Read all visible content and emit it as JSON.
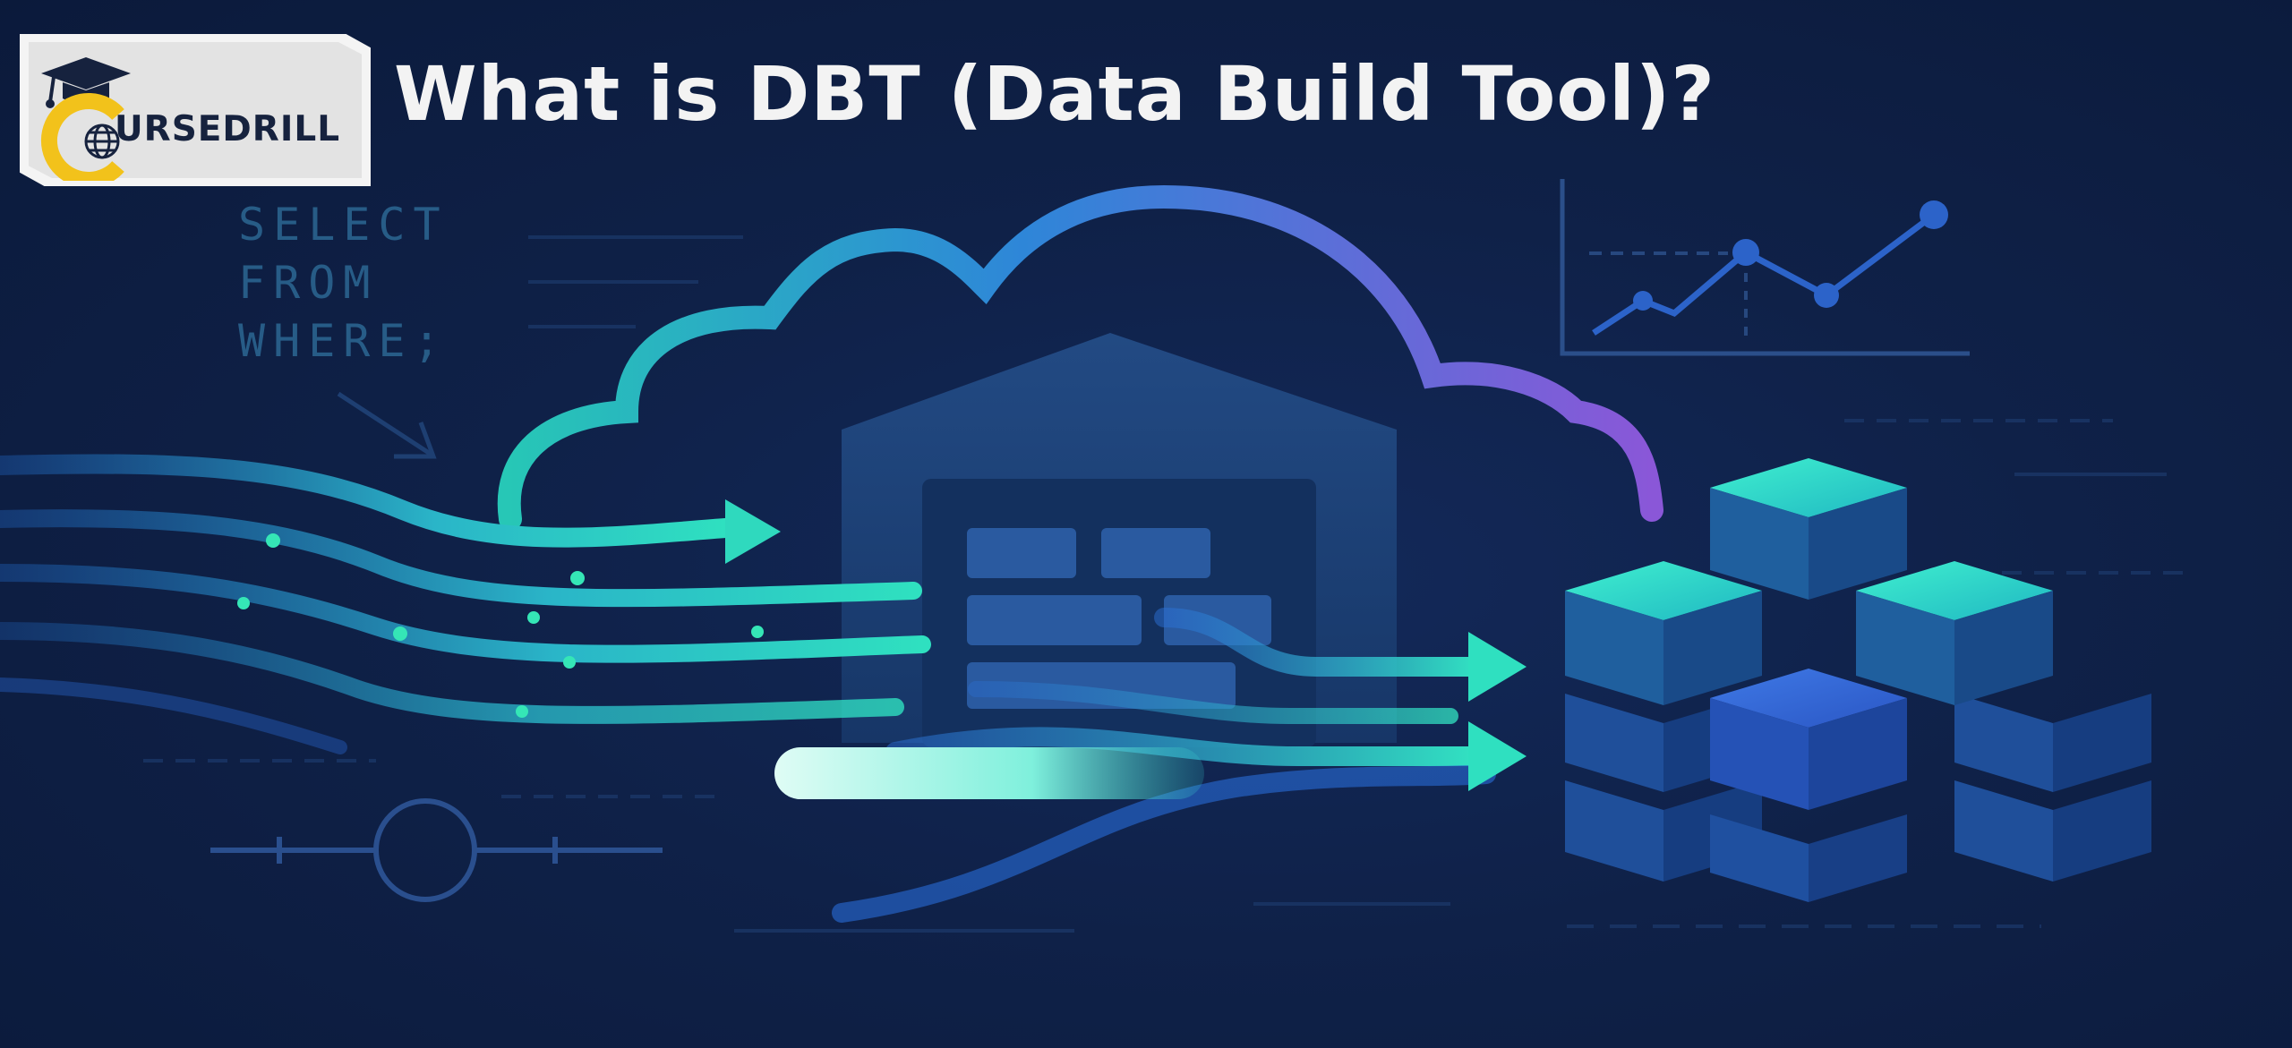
{
  "title": "What is DBT (Data Build Tool)?",
  "logo": {
    "text": "URSEDRILL",
    "emblem_letter": "C",
    "icons": [
      "graduation-cap-icon",
      "globe-icon"
    ]
  },
  "code_snippet": [
    "SELECT",
    "FROM",
    "WHERE;"
  ],
  "colors": {
    "background": "#0e1f44",
    "teal": "#2fe0c0",
    "blue": "#2d6fd8",
    "purple": "#7a55d6",
    "logo_yellow": "#f2c21b",
    "logo_navy": "#16223e"
  }
}
